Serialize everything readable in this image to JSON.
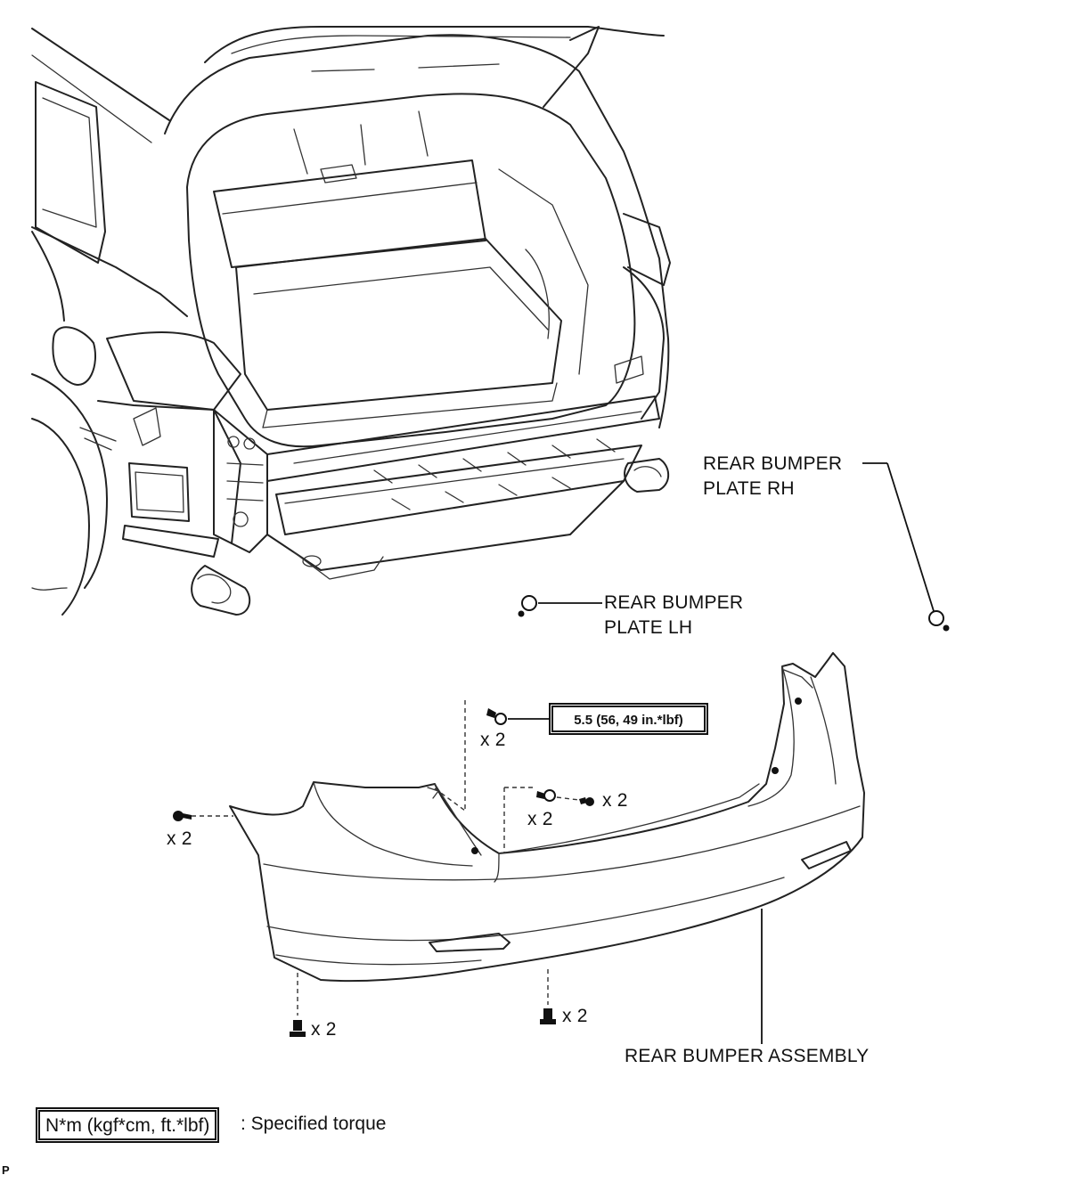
{
  "labels": {
    "plate_rh": "REAR BUMPER\nPLATE RH",
    "plate_rh_line1": "REAR BUMPER",
    "plate_rh_line2": "PLATE RH",
    "plate_lh_line1": "REAR BUMPER",
    "plate_lh_line2": "PLATE LH",
    "assembly": "REAR BUMPER ASSEMBLY"
  },
  "torque": {
    "value": "5.5 (56, 49 in.*lbf)"
  },
  "quantities": {
    "clip_top": "x 2",
    "screw_center": "x 2",
    "screw_right_small": "x 2",
    "screw_left": "x 2",
    "bolt_bottom_left": "x 2",
    "bolt_bottom_center": "x 2"
  },
  "legend": {
    "box": "N*m (kgf*cm, ft.*lbf)",
    "text": ": Specified torque"
  },
  "footer": {
    "code": "P"
  }
}
